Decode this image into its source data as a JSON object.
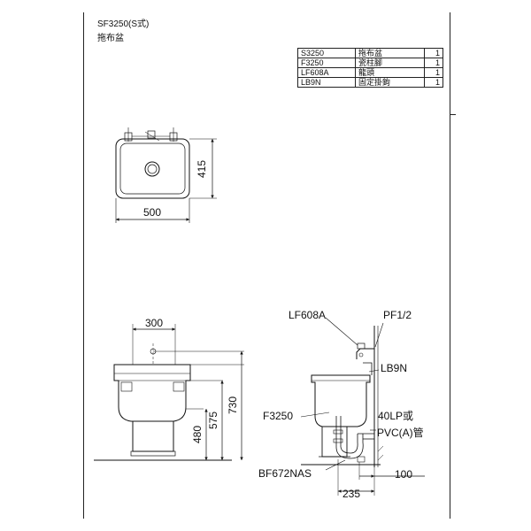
{
  "header": {
    "title": "SF3250(S式)",
    "subtitle": "拖布盆"
  },
  "parts_table": [
    {
      "code": "S3250",
      "name": "拖布盆",
      "qty": "1"
    },
    {
      "code": "F3250",
      "name": "瓷柱腳",
      "qty": "1"
    },
    {
      "code": "LF608A",
      "name": "龍頭",
      "qty": "1"
    },
    {
      "code": "LB9N",
      "name": "固定掛鉤",
      "qty": "1"
    }
  ],
  "top_view": {
    "width_dim": "500",
    "depth_dim": "415"
  },
  "front_view": {
    "spacing_dim": "300",
    "dim_480": "480",
    "dim_575": "575",
    "dim_730": "730"
  },
  "side_view": {
    "faucet_label": "LF608A",
    "pipe_label": "PF1/2",
    "hook_label": "LB9N",
    "pedestal_label": "F3250",
    "drain_label_1": "40LP或",
    "drain_label_2": "PVC(A)管",
    "trap_label": "BF672NAS",
    "dim_235": "235",
    "dim_100": "100"
  }
}
